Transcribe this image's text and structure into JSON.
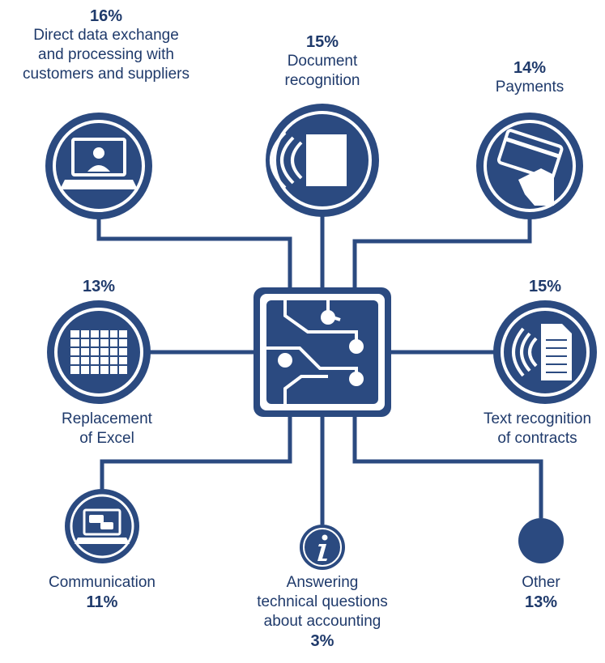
{
  "nodes": {
    "data_exchange": {
      "percent": "16%",
      "label_lines": [
        "Direct data exchange",
        "and processing with",
        "customers and suppliers"
      ],
      "icon": "laptop-video-call-icon"
    },
    "document_recognition": {
      "percent": "15%",
      "label_lines": [
        "Document",
        "recognition"
      ],
      "icon": "document-scan-icon"
    },
    "payments": {
      "percent": "14%",
      "label_lines": [
        "Payments"
      ],
      "icon": "credit-card-hand-icon"
    },
    "excel": {
      "percent": "13%",
      "label_lines": [
        "Replacement",
        "of Excel"
      ],
      "icon": "spreadsheet-icon"
    },
    "text_recognition": {
      "percent": "15%",
      "label_lines": [
        "Text recognition",
        "of contracts"
      ],
      "icon": "contract-scan-icon"
    },
    "communication": {
      "percent": "11%",
      "label_lines": [
        "Communication"
      ],
      "icon": "laptop-chat-icon"
    },
    "technical_questions": {
      "percent": "3%",
      "label_lines": [
        "Answering",
        "technical questions",
        "about accounting"
      ],
      "icon": "info-icon"
    },
    "other": {
      "percent": "13%",
      "label_lines": [
        "Other"
      ],
      "icon": "circle-icon"
    }
  },
  "center": {
    "icon": "circuit-chip-icon"
  },
  "colors": {
    "primary": "#2b4a80",
    "ring": "#e9eef6",
    "line": "#2b4a80"
  }
}
